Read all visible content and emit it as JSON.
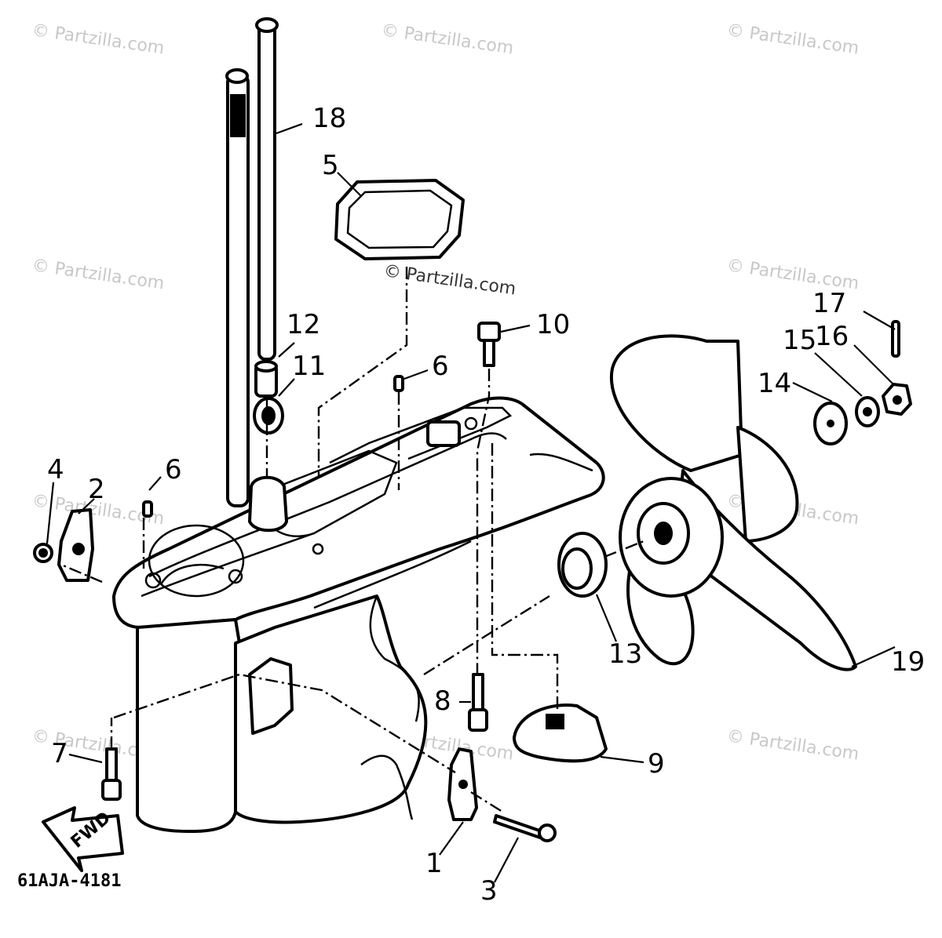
{
  "diagram": {
    "drawing_code": "61AJA-4181",
    "watermark_text": "© Partzilla.com",
    "fwd_arrow_text": "FWD",
    "callouts": [
      {
        "id": "c1",
        "label": "1"
      },
      {
        "id": "c2",
        "label": "2"
      },
      {
        "id": "c3",
        "label": "3"
      },
      {
        "id": "c4",
        "label": "4"
      },
      {
        "id": "c5",
        "label": "5"
      },
      {
        "id": "c6a",
        "label": "6"
      },
      {
        "id": "c6b",
        "label": "6"
      },
      {
        "id": "c7",
        "label": "7"
      },
      {
        "id": "c8",
        "label": "8"
      },
      {
        "id": "c9",
        "label": "9"
      },
      {
        "id": "c10",
        "label": "10"
      },
      {
        "id": "c11",
        "label": "11"
      },
      {
        "id": "c12",
        "label": "12"
      },
      {
        "id": "c13",
        "label": "13"
      },
      {
        "id": "c14",
        "label": "14"
      },
      {
        "id": "c15",
        "label": "15"
      },
      {
        "id": "c16",
        "label": "16"
      },
      {
        "id": "c17",
        "label": "17"
      },
      {
        "id": "c18",
        "label": "18"
      },
      {
        "id": "c19",
        "label": "19"
      }
    ]
  }
}
